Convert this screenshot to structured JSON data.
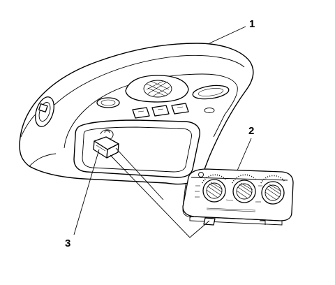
{
  "callouts": {
    "label_1": "1",
    "label_2": "2",
    "label_3": "3"
  }
}
